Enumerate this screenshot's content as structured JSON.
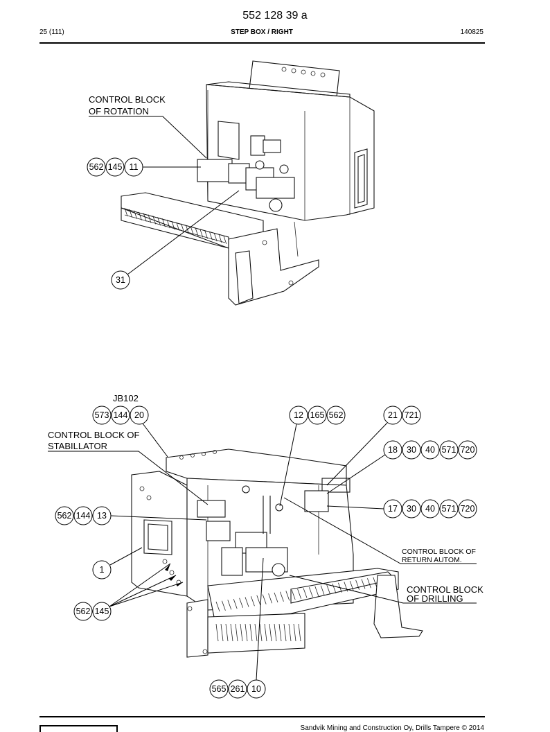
{
  "header": {
    "doc_number": "552 128 39 a",
    "page": "25 (111)",
    "title": "STEP BOX / RIGHT",
    "code": "140825"
  },
  "top_view": {
    "labels": {
      "rotation_line1": "CONTROL BLOCK",
      "rotation_line2": "OF ROTATION"
    },
    "callouts": {
      "c562": "562",
      "c145": "145",
      "c11": "11",
      "c31": "31"
    }
  },
  "bottom_view": {
    "labels": {
      "jb102": "JB102",
      "stab_line1": "CONTROL BLOCK OF",
      "stab_line2": "STABILLATOR",
      "return_line1": "CONTROL BLOCK OF",
      "return_line2": "RETURN AUTOM.",
      "drill_line1": "CONTROL BLOCK",
      "drill_line2": "OF DRILLING"
    },
    "callouts": {
      "a573": "573",
      "a144": "144",
      "a20": "20",
      "b12": "12",
      "b165": "165",
      "b562": "562",
      "c21": "21",
      "c721": "721",
      "d18": "18",
      "d30": "30",
      "d40": "40",
      "d571": "571",
      "d720": "720",
      "e17": "17",
      "e30": "30",
      "e40": "40",
      "e571": "571",
      "e720": "720",
      "f562": "562",
      "f144": "144",
      "f13": "13",
      "g1": "1",
      "h562": "562",
      "h145": "145",
      "i565": "565",
      "i261": "261",
      "i10": "10"
    }
  },
  "footer": {
    "copyright": "Sandvik Mining and Construction Oy, Drills Tampere © 2014"
  }
}
